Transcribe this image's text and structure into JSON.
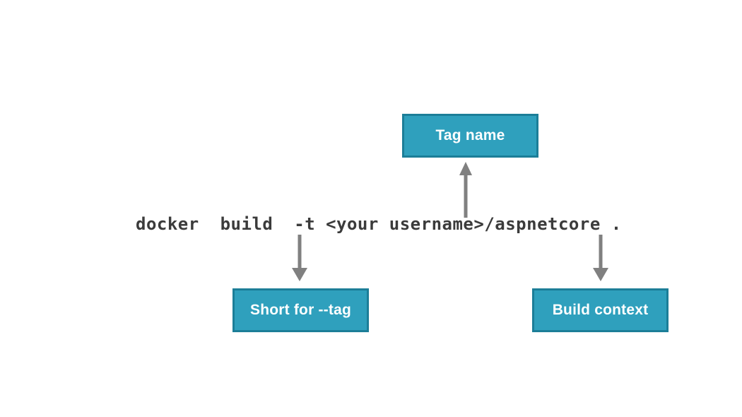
{
  "diagram": {
    "title": "docker build command annotation",
    "background_color": "#ffffff",
    "command": {
      "text": "docker  build  -t <your username>/aspnetcore .",
      "color": "#3b3b3b",
      "tokens": [
        "docker",
        "build",
        "-t",
        "<your username>/aspnetcore",
        "."
      ]
    },
    "callouts": [
      {
        "id": "tag-name",
        "label": "Tag name",
        "fill_color": "#2fa0bd",
        "border_color": "#1c7e98",
        "text_color": "#ffffff",
        "annotates": "<your username>/aspnetcore"
      },
      {
        "id": "short-for-tag",
        "label": "Short for --tag",
        "fill_color": "#2fa0bd",
        "border_color": "#1c7e98",
        "text_color": "#ffffff",
        "annotates": "-t"
      },
      {
        "id": "build-context",
        "label": "Build context",
        "fill_color": "#2fa0bd",
        "border_color": "#1c7e98",
        "text_color": "#ffffff",
        "annotates": "."
      }
    ],
    "arrows": [
      {
        "id": "arrow-up-tag-name",
        "direction": "up",
        "color": "#808080",
        "from": "command-token-tag",
        "to": "callout-tag-name"
      },
      {
        "id": "arrow-down-short",
        "direction": "down",
        "color": "#808080",
        "from": "command-token-t",
        "to": "callout-short-for-tag"
      },
      {
        "id": "arrow-down-context",
        "direction": "down",
        "color": "#808080",
        "from": "command-token-dot",
        "to": "callout-build-context"
      }
    ]
  }
}
